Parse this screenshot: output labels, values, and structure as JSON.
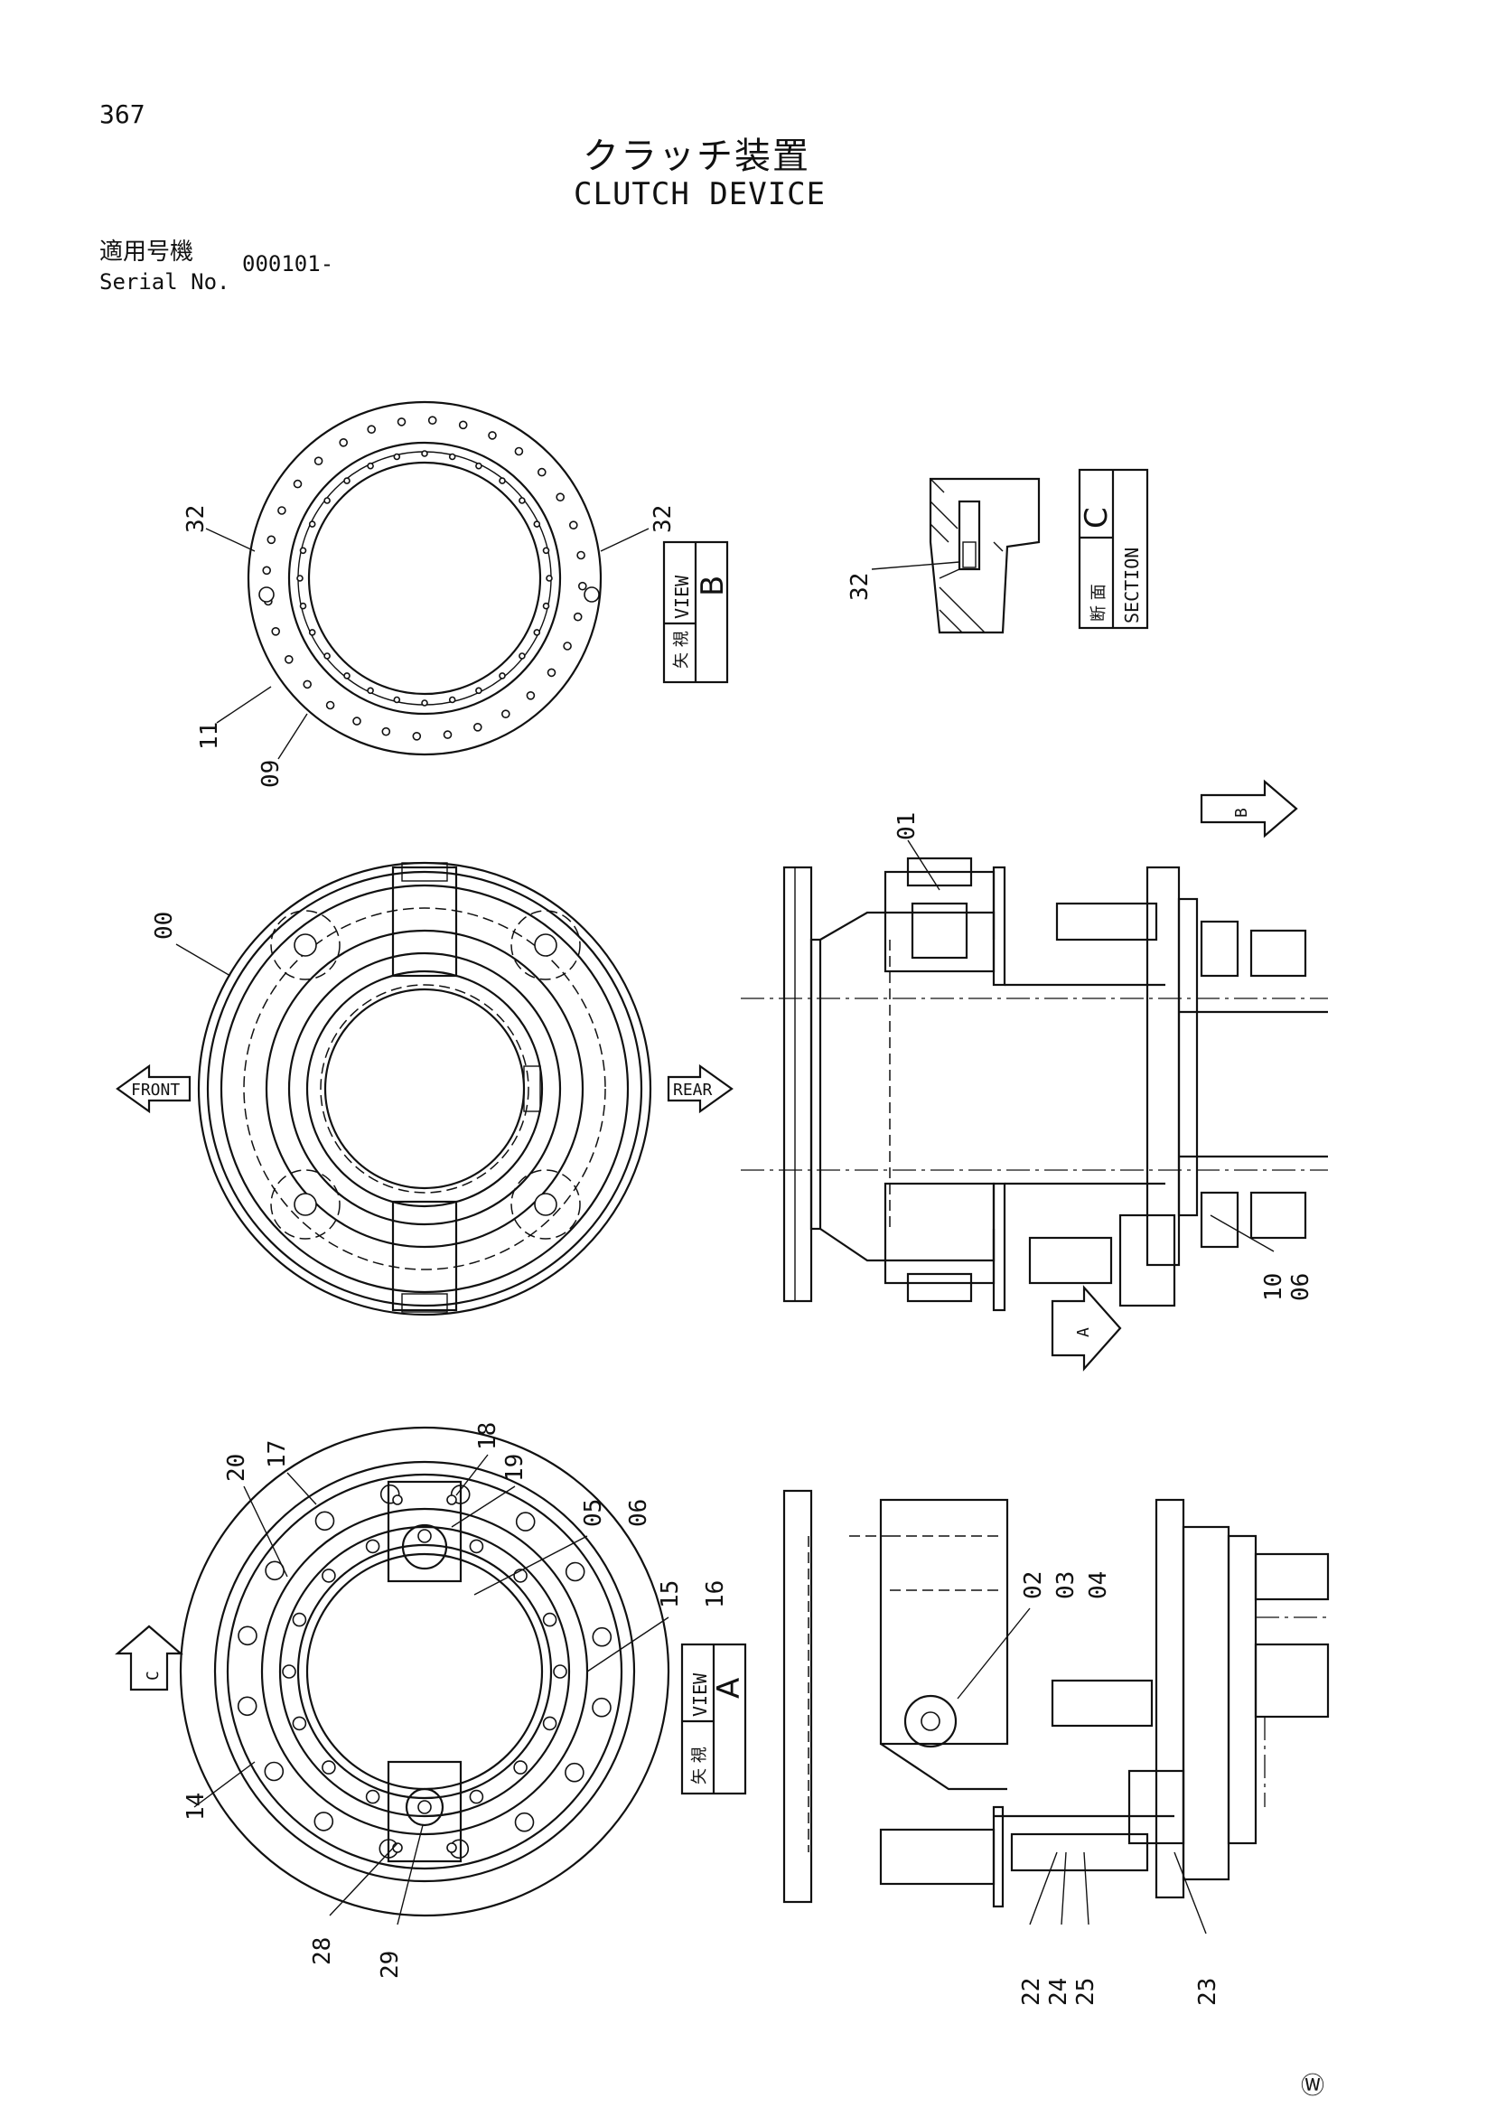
{
  "page": {
    "number": "367"
  },
  "title": {
    "jp": "クラッチ装置",
    "en": "CLUTCH DEVICE"
  },
  "serial": {
    "label_jp": "適用号機",
    "label_en": "Serial No.",
    "value": "000101-"
  },
  "views": {
    "view_b": {
      "jp": "矢 視",
      "en": "VIEW",
      "letter": "B"
    },
    "section_c": {
      "jp": "断 面",
      "en": "SECTION",
      "letter": "C"
    },
    "view_a": {
      "jp": "矢 視",
      "en": "VIEW",
      "letter": "A"
    }
  },
  "arrows": {
    "front": "FRONT",
    "rear": "REAR",
    "b": "B",
    "a": "A",
    "c": "C"
  },
  "callouts": {
    "c32_left": "32",
    "c32_right": "32",
    "c11": "11",
    "c09": "09",
    "c32_section": "32",
    "c00": "00",
    "c01": "01",
    "c10": "10",
    "c06_side": "06",
    "c20": "20",
    "c17": "17",
    "c18": "18",
    "c19": "19",
    "c05": "05",
    "c06_a": "06",
    "c15": "15",
    "c16": "16",
    "c14": "14",
    "c28": "28",
    "c29": "29",
    "c02": "02",
    "c03": "03",
    "c04": "04",
    "c22": "22",
    "c24": "24",
    "c25": "25",
    "c23": "23"
  },
  "footer": {
    "mark": "Ⓦ"
  }
}
